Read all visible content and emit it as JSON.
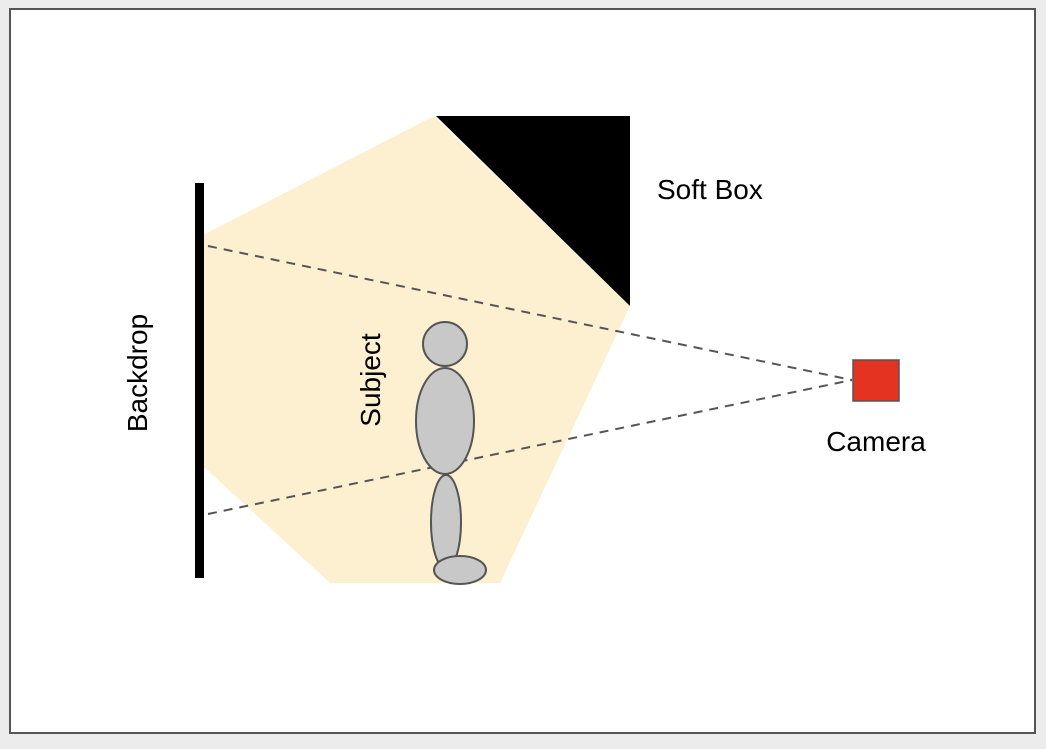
{
  "labels": {
    "soft_box": "Soft Box",
    "backdrop": "Backdrop",
    "subject": "Subject",
    "camera": "Camera"
  },
  "colors": {
    "page_background": "#ececec",
    "frame_fill": "#ffffff",
    "frame_stroke": "#555555",
    "light_fill": "#fdf0d0",
    "soft_box": "#000000",
    "backdrop": "#000000",
    "subject_fill": "#c8c8c8",
    "subject_stroke": "#555555",
    "camera_fill": "#e53322",
    "camera_stroke": "#555555",
    "sight_line": "#555555"
  }
}
